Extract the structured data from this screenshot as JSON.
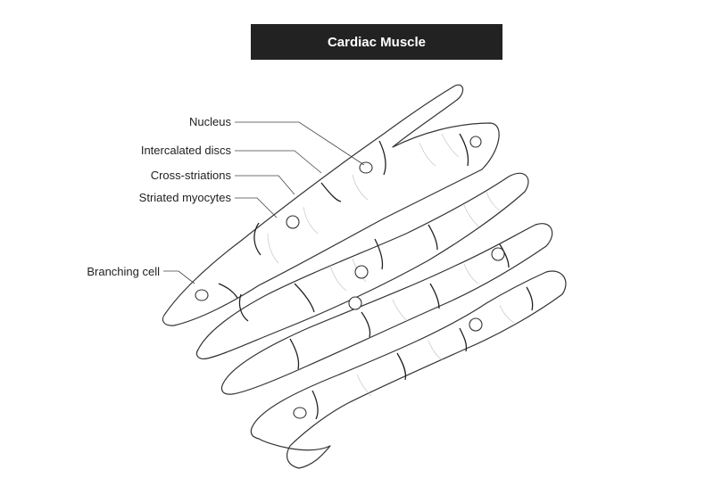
{
  "title": "Cardiac Muscle",
  "labels": {
    "nucleus": "Nucleus",
    "intercalated_discs": "Intercalated discs",
    "cross_striations": "Cross-striations",
    "striated_myocytes": "Striated myocytes",
    "branching_cell": "Branching cell"
  },
  "colors": {
    "title_background": "#222222",
    "title_text": "#ffffff",
    "line": "#333333"
  }
}
